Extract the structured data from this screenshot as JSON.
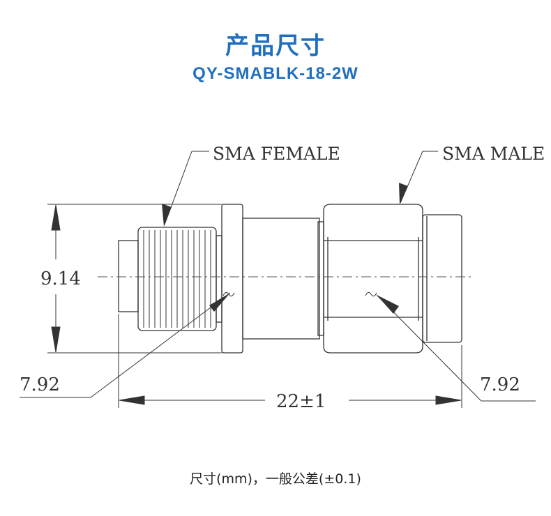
{
  "header": {
    "title": "产品尺寸",
    "model": "QY-SMABLK-18-2W",
    "color": "#1f6fbf"
  },
  "drawing": {
    "label_female": "SMA FEMALE",
    "label_male": "SMA MALE",
    "dim_height": "9.14",
    "dim_left": "7.92",
    "dim_right": "7.92",
    "dim_length": "22±1",
    "line_color": "#333333"
  },
  "footer": {
    "note": "尺寸(mm)，一般公差(±0.1)"
  }
}
